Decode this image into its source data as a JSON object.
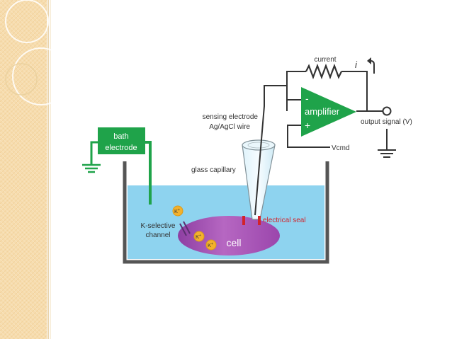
{
  "labels": {
    "current": "current",
    "current_symbol": "i",
    "amplifier": "amplifier",
    "minus": "-",
    "plus": "+",
    "output_signal": "output signal (V)",
    "vcmd": "Vcmd",
    "sensing_electrode_line1": "sensing electrode",
    "sensing_electrode_line2": "Ag/AgCl wire",
    "glass_capillary": "glass capillary",
    "bath_line1": "bath",
    "bath_line2": "electrode",
    "k_selective_line1": "K-selective",
    "k_selective_line2": "channel",
    "cell": "cell",
    "electrical_seal": "electrical seal",
    "k_ion": "K",
    "k_charge": "+"
  },
  "colors": {
    "sidebar": "#f6dcae",
    "green": "#1fa34a",
    "bath_water": "#8ed3ef",
    "cell": "#a24fb0",
    "seal_red": "#d2232a",
    "k_ion": "#f3b12c",
    "line": "#3a3a3a"
  }
}
